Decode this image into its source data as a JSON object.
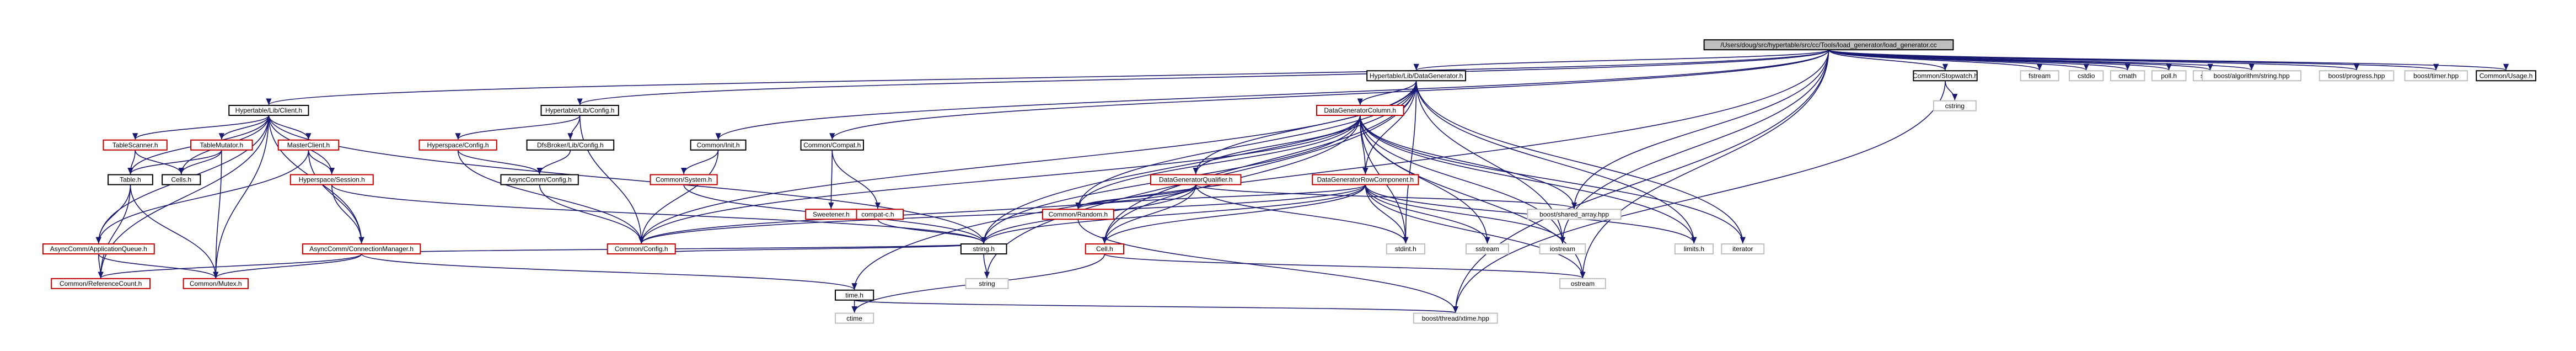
{
  "colors": {
    "root_fill": "#bfbfbf",
    "documented_border": "#000000",
    "undocumented_border": "#c00000",
    "leaf_border": "#bfbfbf",
    "edge": "#191970",
    "text": "#000000"
  },
  "nodes": [
    {
      "id": "root",
      "label": "/Users/doug/src/hypertable/src/cc/Tools/load_generator/load_generator.cc",
      "style": "root"
    },
    {
      "id": "ldg_h",
      "label": "Hypertable/Lib/DataGenerator.h",
      "style": "documented"
    },
    {
      "id": "client_h",
      "label": "Hypertable/Lib/Client.h",
      "style": "documented"
    },
    {
      "id": "config_h",
      "label": "Hypertable/Lib/Config.h",
      "style": "documented"
    },
    {
      "id": "init_h",
      "label": "Common/Init.h",
      "style": "documented"
    },
    {
      "id": "compat_h",
      "label": "Common/Compat.h",
      "style": "documented"
    },
    {
      "id": "stopwatch_h",
      "label": "Common/Stopwatch.h",
      "style": "documented"
    },
    {
      "id": "fstream",
      "label": "fstream",
      "style": "leaf"
    },
    {
      "id": "cstdio",
      "label": "cstdio",
      "style": "leaf"
    },
    {
      "id": "cmath",
      "label": "cmath",
      "style": "leaf"
    },
    {
      "id": "poll_h",
      "label": "poll.h",
      "style": "leaf"
    },
    {
      "id": "stdio_h",
      "label": "stdio.h",
      "style": "leaf"
    },
    {
      "id": "bstring",
      "label": "boost/algorithm/string.hpp",
      "style": "leaf"
    },
    {
      "id": "bprogress",
      "label": "boost/progress.hpp",
      "style": "leaf"
    },
    {
      "id": "btimer",
      "label": "boost/timer.hpp",
      "style": "leaf"
    },
    {
      "id": "usage_h",
      "label": "Common/Usage.h",
      "style": "documented"
    },
    {
      "id": "cstring",
      "label": "cstring",
      "style": "leaf"
    },
    {
      "id": "dgcol_h",
      "label": "DataGeneratorColumn.h",
      "style": "undocumented"
    },
    {
      "id": "dgqual_h",
      "label": "DataGeneratorQualifier.h",
      "style": "undocumented"
    },
    {
      "id": "dgrow_h",
      "label": "DataGeneratorRowComponent.h",
      "style": "undocumented"
    },
    {
      "id": "crandom_h",
      "label": "Common/Random.h",
      "style": "undocumented"
    },
    {
      "id": "bsarray",
      "label": "boost/shared_array.hpp",
      "style": "leaf"
    },
    {
      "id": "sstream",
      "label": "sstream",
      "style": "leaf"
    },
    {
      "id": "stdint_h",
      "label": "stdint.h",
      "style": "leaf"
    },
    {
      "id": "cell_h",
      "label": "Cell.h",
      "style": "undocumented"
    },
    {
      "id": "string_h",
      "label": "string.h",
      "style": "documented"
    },
    {
      "id": "string",
      "label": "string",
      "style": "leaf"
    },
    {
      "id": "iostream",
      "label": "iostream",
      "style": "leaf"
    },
    {
      "id": "time_h",
      "label": "time.h",
      "style": "documented"
    },
    {
      "id": "ostream",
      "label": "ostream",
      "style": "leaf"
    },
    {
      "id": "limits_h",
      "label": "limits.h",
      "style": "leaf"
    },
    {
      "id": "iterator",
      "label": "iterator",
      "style": "leaf"
    },
    {
      "id": "bthread",
      "label": "boost/thread/xtime.hpp",
      "style": "leaf"
    },
    {
      "id": "ctime",
      "label": "ctime",
      "style": "leaf"
    },
    {
      "id": "tscanner_h",
      "label": "TableScanner.h",
      "style": "undocumented"
    },
    {
      "id": "tmutator_h",
      "label": "TableMutator.h",
      "style": "undocumented"
    },
    {
      "id": "mclient_h",
      "label": "MasterClient.h",
      "style": "undocumented"
    },
    {
      "id": "table_h",
      "label": "Table.h",
      "style": "documented"
    },
    {
      "id": "cells_h",
      "label": "Cells.h",
      "style": "documented"
    },
    {
      "id": "hsession_h",
      "label": "Hyperspace/Session.h",
      "style": "undocumented"
    },
    {
      "id": "acaq_h",
      "label": "AsyncComm/ApplicationQueue.h",
      "style": "undocumented"
    },
    {
      "id": "accm_h",
      "label": "AsyncComm/ConnectionManager.h",
      "style": "undocumented"
    },
    {
      "id": "crefcount_h",
      "label": "Common/ReferenceCount.h",
      "style": "undocumented"
    },
    {
      "id": "cmutex_h",
      "label": "Common/Mutex.h",
      "style": "undocumented"
    },
    {
      "id": "hconfig_h",
      "label": "Hyperspace/Config.h",
      "style": "undocumented"
    },
    {
      "id": "dbconfig_h",
      "label": "DfsBroker/Lib/Config.h",
      "style": "documented"
    },
    {
      "id": "acconfig_h",
      "label": "AsyncComm/Config.h",
      "style": "documented"
    },
    {
      "id": "csystem_h",
      "label": "Common/System.h",
      "style": "undocumented"
    },
    {
      "id": "cconfig_h",
      "label": "Common/Config.h",
      "style": "undocumented"
    },
    {
      "id": "compat_c_h",
      "label": "compat-c.h",
      "style": "undocumented"
    },
    {
      "id": "sweetener_h",
      "label": "Sweetener.h",
      "style": "undocumented"
    }
  ]
}
